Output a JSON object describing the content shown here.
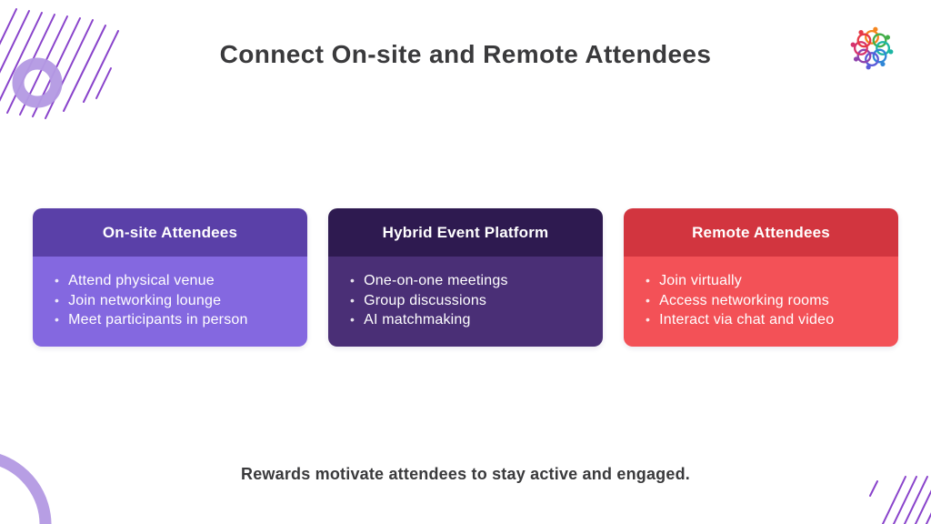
{
  "title": "Connect On-site and Remote Attendees",
  "caption": "Rewards motivate attendees to stay active and engaged.",
  "cards": [
    {
      "title": "On-site Attendees",
      "header_color": "#5a40a8",
      "body_color": "#8468e0",
      "items": [
        "Attend physical venue",
        "Join networking lounge",
        "Meet participants in person"
      ]
    },
    {
      "title": "Hybrid Event Platform",
      "header_color": "#2e1a50",
      "body_color": "#4a2f76",
      "items": [
        "One-on-one meetings",
        "Group discussions",
        "AI matchmaking"
      ]
    },
    {
      "title": "Remote Attendees",
      "header_color": "#d2353f",
      "body_color": "#f35157",
      "items": [
        "Join virtually",
        "Access networking rooms",
        "Interact via chat and video"
      ]
    }
  ],
  "logo": {
    "name": "community-swirl-logo",
    "colors": [
      "#f5861f",
      "#43ae49",
      "#1cb5a3",
      "#2f86d6",
      "#5a5bd8",
      "#8e44ad",
      "#d6336c",
      "#e63946"
    ]
  },
  "decor_colors": {
    "accent_line_purple": "#7d2fc6",
    "lavender_ring": "#b49ae3"
  }
}
